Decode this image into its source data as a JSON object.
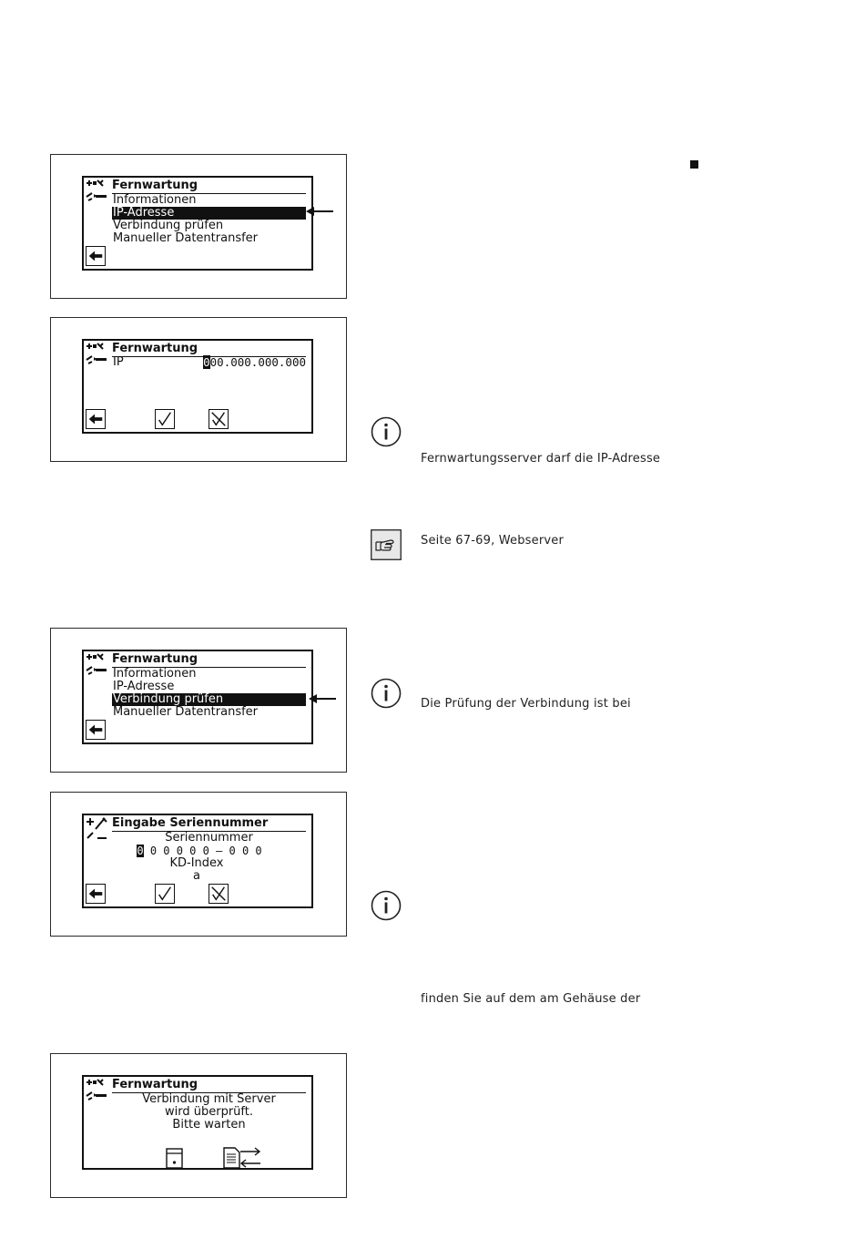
{
  "screens": {
    "s1": {
      "title": "Fernwartung",
      "items": [
        "Informationen",
        "IP-Adresse",
        "Verbindung prüfen",
        "Manueller Datentransfer"
      ]
    },
    "s2": {
      "title": "Fernwartung",
      "ip_label": "IP",
      "ip_cursor": "0",
      "ip_rest": "00.000.000.000"
    },
    "s3": {
      "title": "Fernwartung",
      "items": [
        "Informationen",
        "IP-Adresse",
        "Verbindung prüfen",
        "Manueller Datentransfer"
      ]
    },
    "s4": {
      "title": "Eingabe Seriennummer",
      "serial_label": "Seriennummer",
      "serial_cursor": "0",
      "serial_rest": " 0 0 0 0 0 – 0 0 0",
      "kd_label": "KD-Index",
      "kd_value": "a"
    },
    "s5": {
      "title": "Fernwartung",
      "lines": [
        "Verbindung mit Server",
        "wird überprüft.",
        "Bitte warten"
      ]
    }
  },
  "text": {
    "t1": "Fernwartungsserver darf die IP-Adresse",
    "t2": "Seite 67-69, Webserver",
    "t3": "Die Prüfung der Verbindung ist bei",
    "t4": "finden Sie auf dem am Gehäuse der"
  }
}
